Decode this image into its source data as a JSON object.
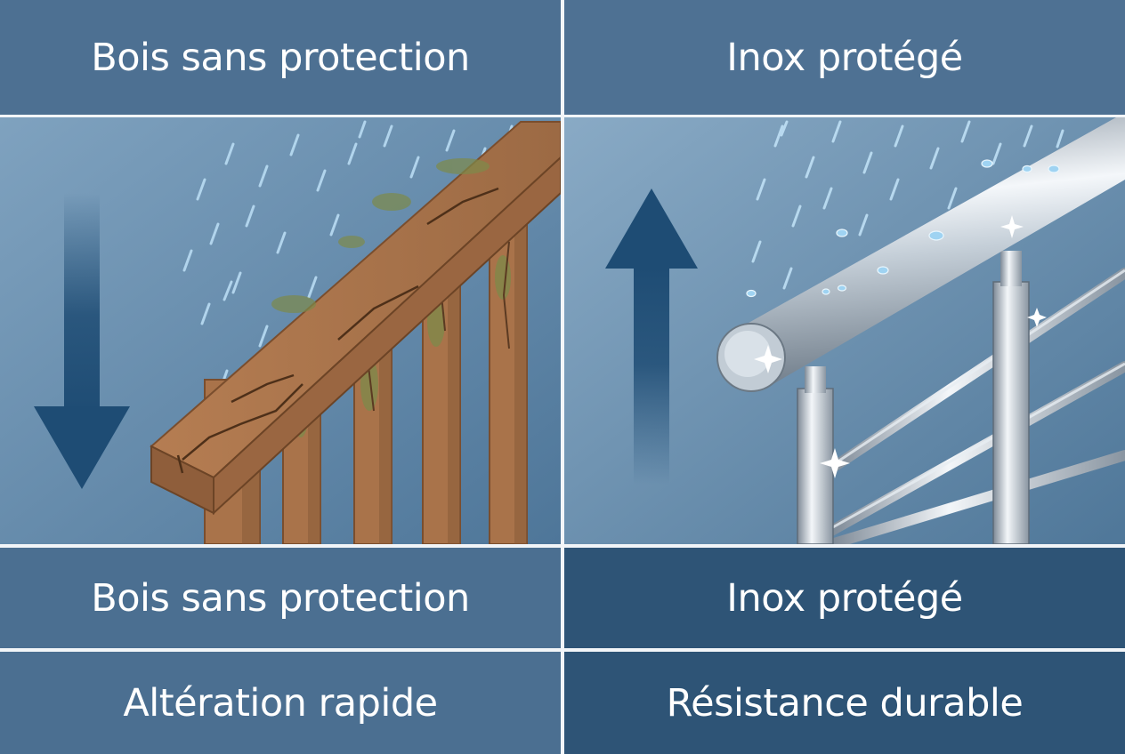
{
  "left": {
    "header": "Bois sans protection",
    "material_label": "Bois sans protection",
    "outcome_label": "Altération rapide",
    "arrow_direction": "down",
    "icons": [
      "rain-icon",
      "arrow-down-icon",
      "cracked-wood-railing"
    ]
  },
  "right": {
    "header": "Inox protégé",
    "material_label": "Inox protégé",
    "outcome_label": "Résistance durable",
    "arrow_direction": "up",
    "icons": [
      "rain-icon",
      "arrow-up-icon",
      "stainless-steel-railing"
    ]
  },
  "colors": {
    "header_band": "#4d7092",
    "bottom_band_left": "#4b6f91",
    "bottom_band_right": "#2e5476",
    "arrow": "#1e4c74",
    "wood": "#a9734a",
    "moss": "#7d8a4a",
    "steel": "#c9d3dc",
    "divider": "#f2f5f8"
  }
}
